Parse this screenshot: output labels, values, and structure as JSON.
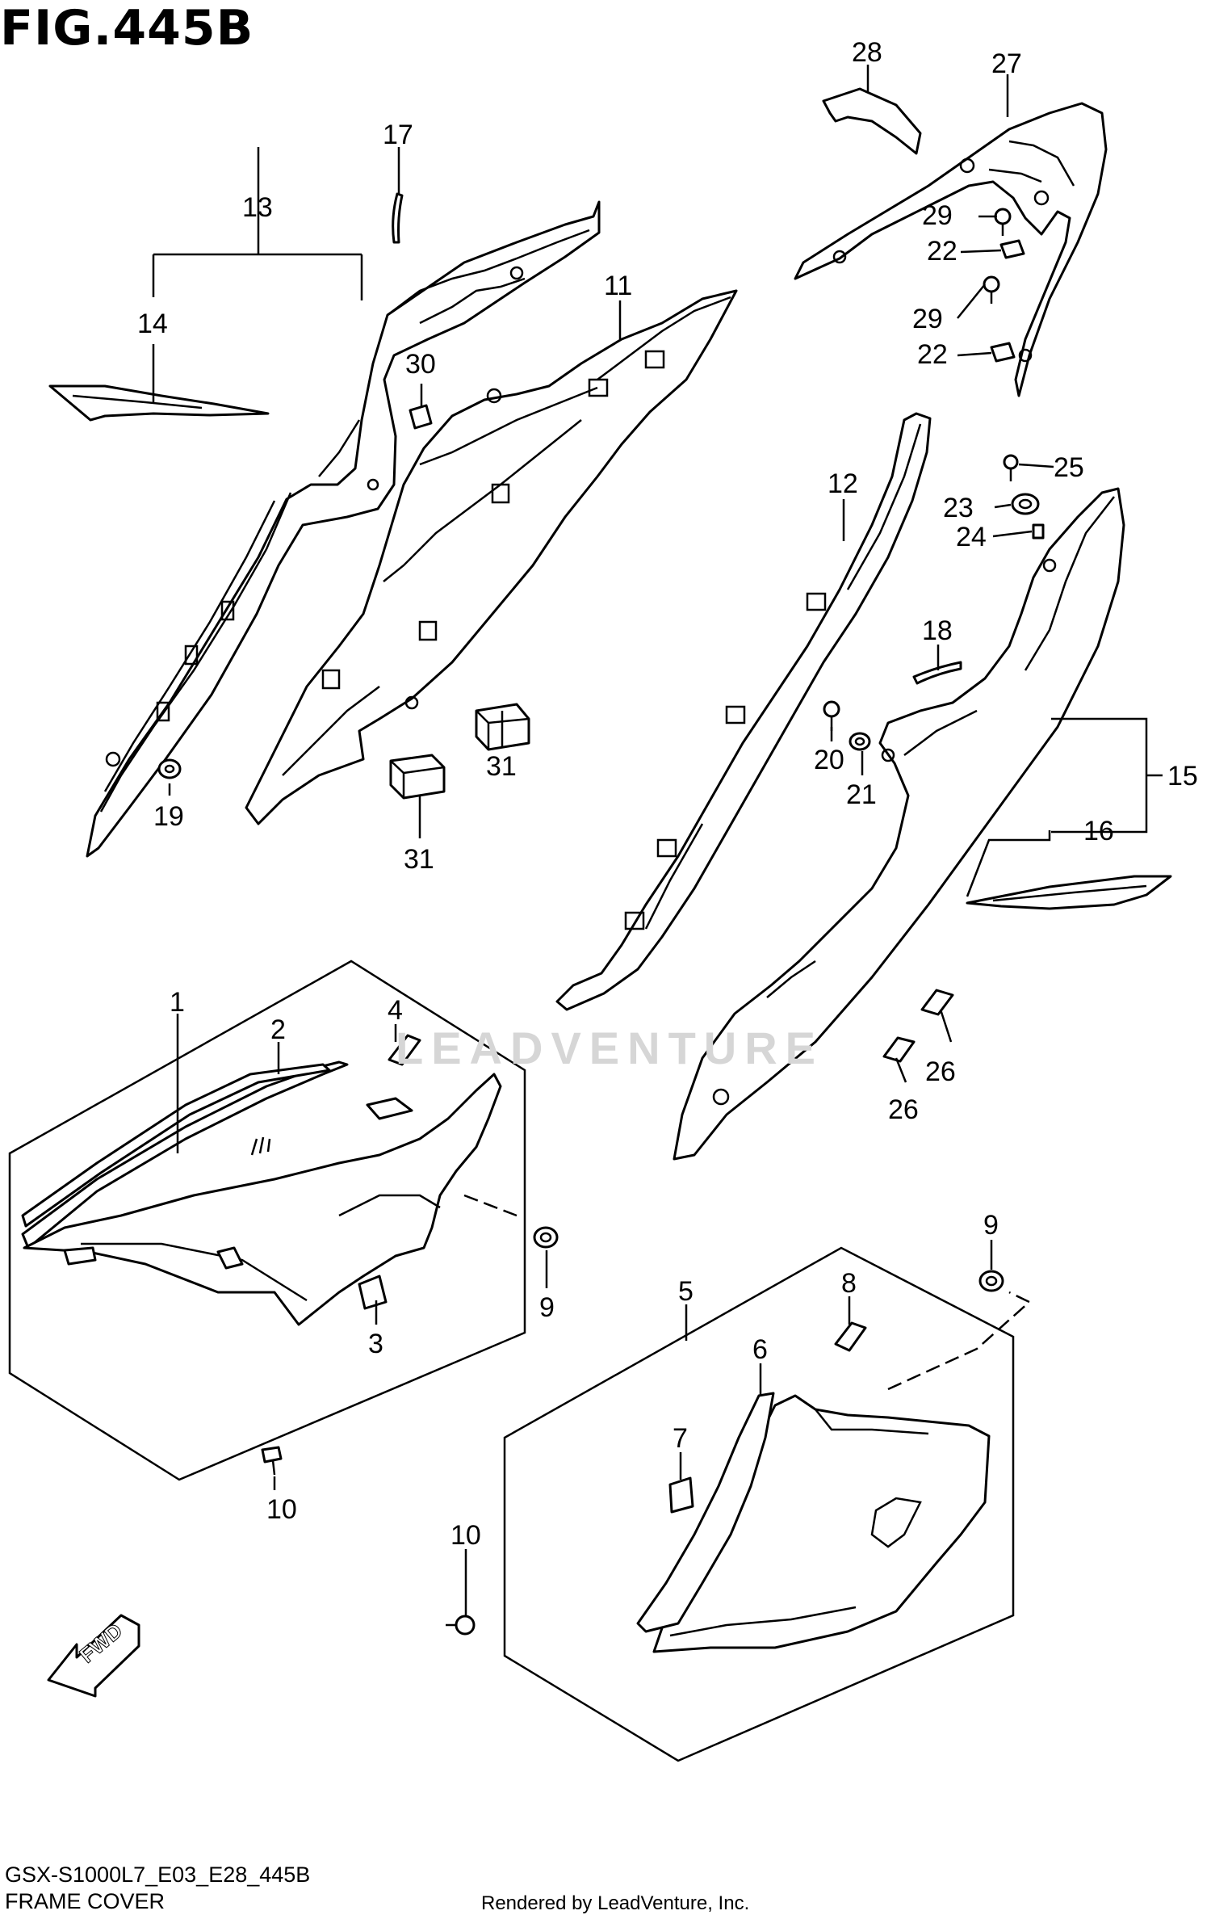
{
  "figure_title": "FIG.445B",
  "model_code": "GSX-S1000L7_E03_E28_445B",
  "caption": "FRAME COVER",
  "credit": "Rendered by LeadVenture, Inc.",
  "watermark": "LEADVENTURE",
  "fwd_label": "FWD",
  "parts": {
    "p1": "1",
    "p2": "2",
    "p3": "3",
    "p4": "4",
    "p5": "5",
    "p6": "6",
    "p7": "7",
    "p8": "8",
    "p9a": "9",
    "p9b": "9",
    "p10a": "10",
    "p10b": "10",
    "p11": "11",
    "p12": "12",
    "p13": "13",
    "p14": "14",
    "p15": "15",
    "p16": "16",
    "p17": "17",
    "p18": "18",
    "p19": "19",
    "p20": "20",
    "p21": "21",
    "p22a": "22",
    "p22b": "22",
    "p23": "23",
    "p24": "24",
    "p25": "25",
    "p26a": "26",
    "p26b": "26",
    "p27": "27",
    "p28": "28",
    "p29a": "29",
    "p29b": "29",
    "p30": "30",
    "p31a": "31",
    "p31b": "31"
  }
}
